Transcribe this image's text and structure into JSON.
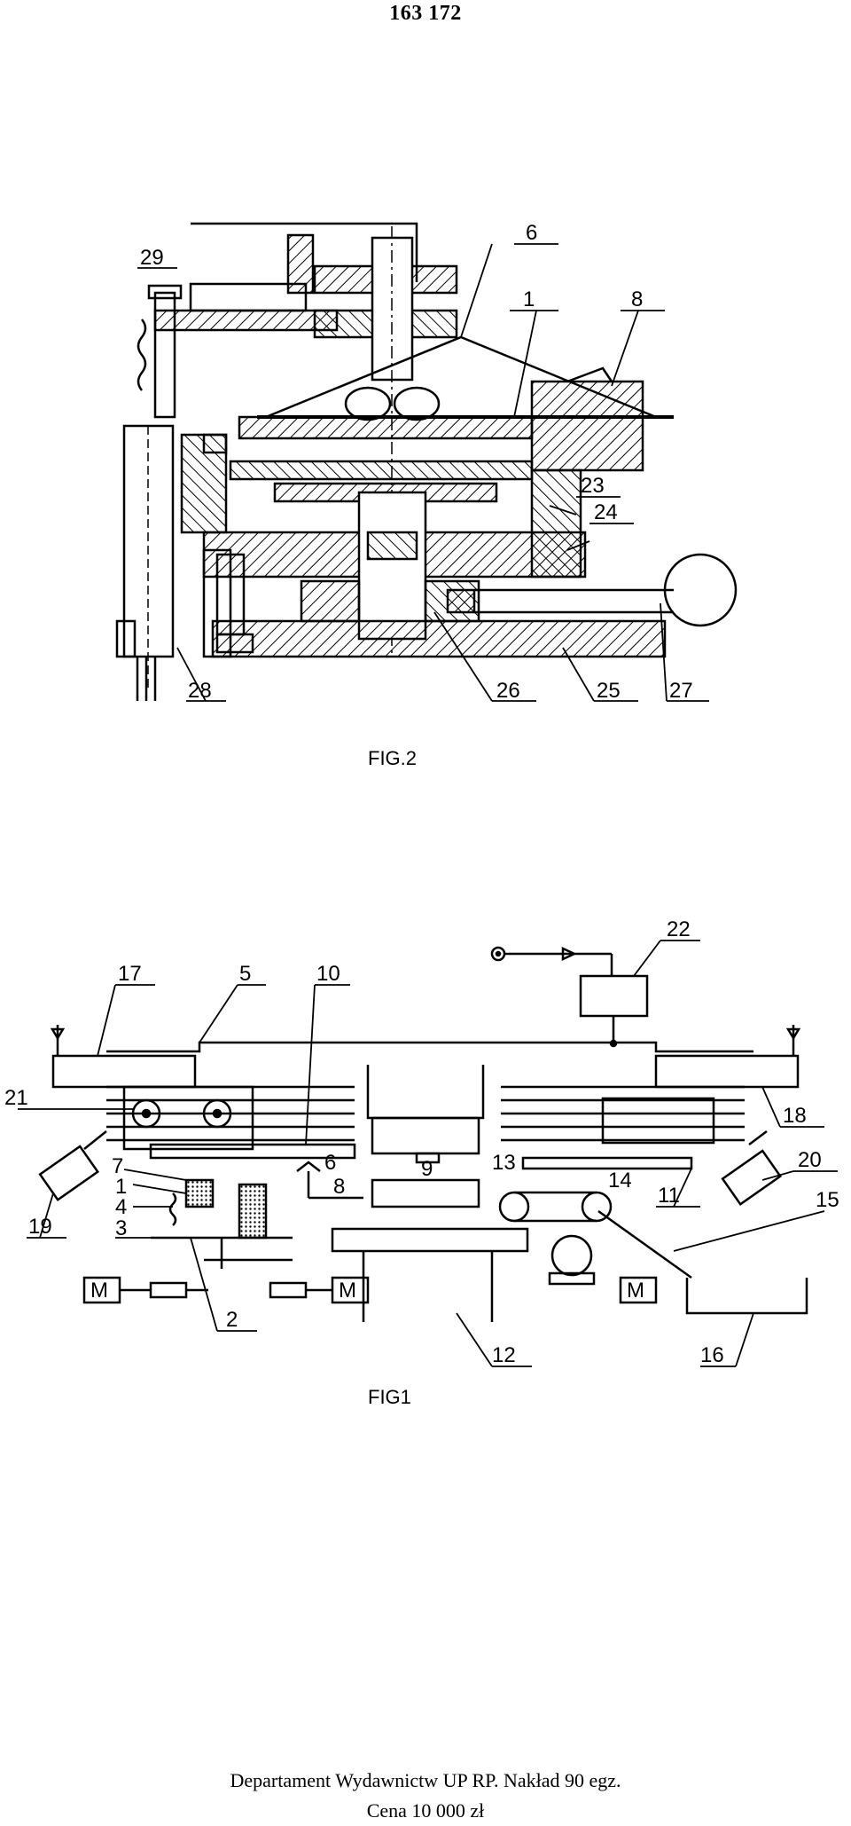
{
  "page": {
    "patent_number": "163 172"
  },
  "fig2": {
    "caption": "FIG.2",
    "labels": {
      "l6": "6",
      "l1": "1",
      "l8": "8",
      "l29": "29",
      "l23": "23",
      "l24": "24",
      "l28": "28",
      "l26": "26",
      "l25": "25",
      "l27": "27"
    }
  },
  "fig1": {
    "caption": "FIG1",
    "motor_letter": "M",
    "labels": {
      "l22": "22",
      "l17": "17",
      "l5": "5",
      "l10": "10",
      "l21": "21",
      "l18": "18",
      "l19": "19",
      "l20": "20",
      "l7": "7",
      "l1": "1",
      "l4": "4",
      "l3": "3",
      "l6": "6",
      "l8": "8",
      "l9": "9",
      "l13": "13",
      "l14": "14",
      "l11": "11",
      "l15": "15",
      "l2": "2",
      "l12": "12",
      "l16": "16"
    }
  },
  "footer": {
    "line1": "Departament Wydawnictw UP RP. Nakład 90 egz.",
    "line2": "Cena 10 000 zł"
  }
}
